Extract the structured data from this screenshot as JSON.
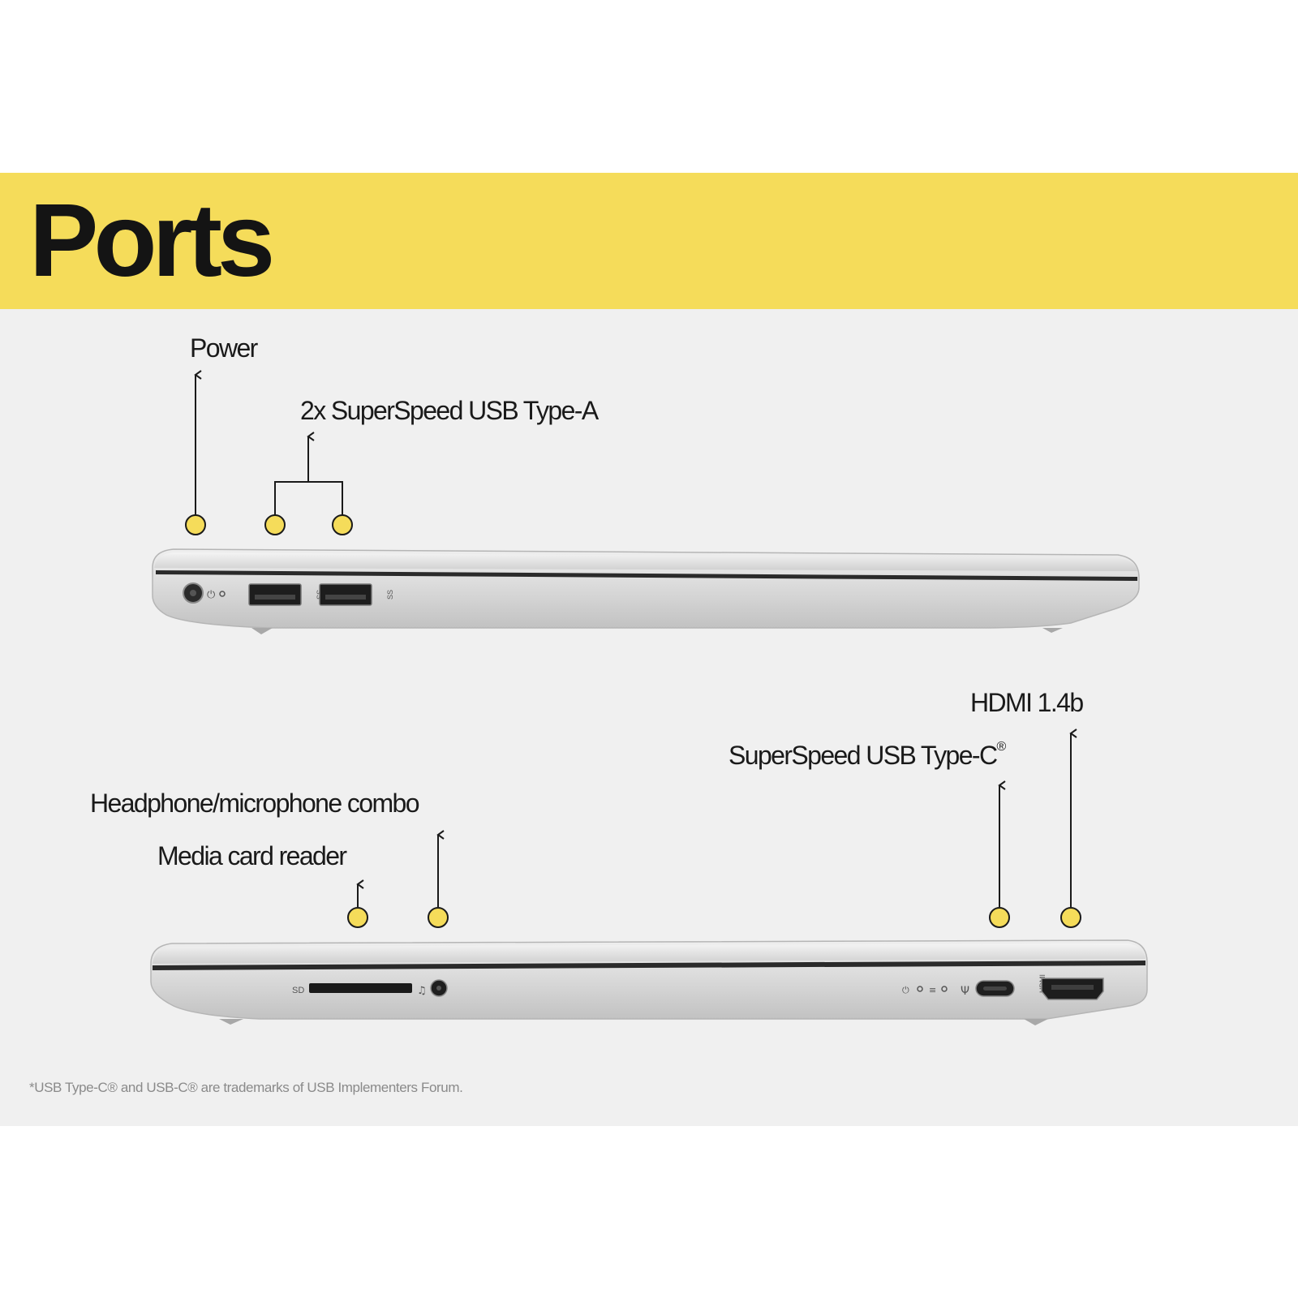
{
  "title": "Ports",
  "colors": {
    "banner": "#f5dc5a",
    "panel_background": "#f0f0f0",
    "callout_dot": "#f5dc5a",
    "line": "#1a1a1a",
    "laptop_silver": "#d8d8d8"
  },
  "left_side": {
    "power_label": "Power",
    "usb_a_label": "2x SuperSpeed USB Type-A",
    "port_marking": "SS"
  },
  "right_side": {
    "hdmi_label": "HDMI 1.4b",
    "usb_c_label": "SuperSpeed USB Type-C",
    "usb_c_mark": "®",
    "headphone_label": "Headphone/microphone combo",
    "card_reader_label": "Media card reader",
    "sd_marking": "SD",
    "hdmi_marking": "HDMI"
  },
  "footnote": "*USB Type-C® and USB-C® are trademarks of USB Implementers Forum."
}
